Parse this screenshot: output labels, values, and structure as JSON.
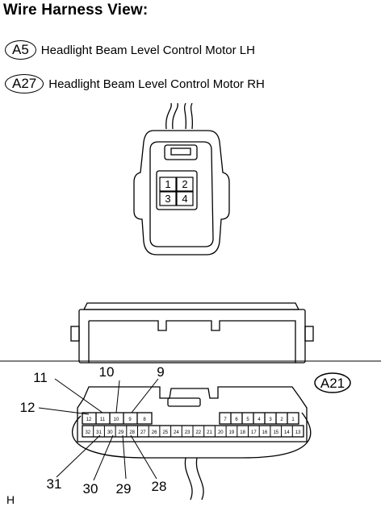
{
  "page": {
    "title": "Wire Harness View:",
    "footer_code": "H"
  },
  "connectors": [
    {
      "code": "A5",
      "name": "Headlight Beam Level Control Motor LH"
    },
    {
      "code": "A27",
      "name": "Headlight Beam Level Control Motor RH"
    }
  ],
  "motor_connector": {
    "pins": [
      "1",
      "2",
      "3",
      "4"
    ]
  },
  "ecu_connector": {
    "code": "A21",
    "callouts": [
      "11",
      "10",
      "9",
      "12",
      "31",
      "30",
      "29",
      "28"
    ],
    "top_row_left": [
      "12",
      "11",
      "10",
      "9",
      "8"
    ],
    "top_row_right": [
      "7",
      "6",
      "5",
      "4",
      "3",
      "2",
      "1"
    ],
    "bottom_row": [
      "32",
      "31",
      "30",
      "29",
      "28",
      "27",
      "26",
      "25",
      "24",
      "23",
      "22",
      "21",
      "20",
      "19",
      "18",
      "17",
      "16",
      "15",
      "14",
      "13"
    ]
  }
}
